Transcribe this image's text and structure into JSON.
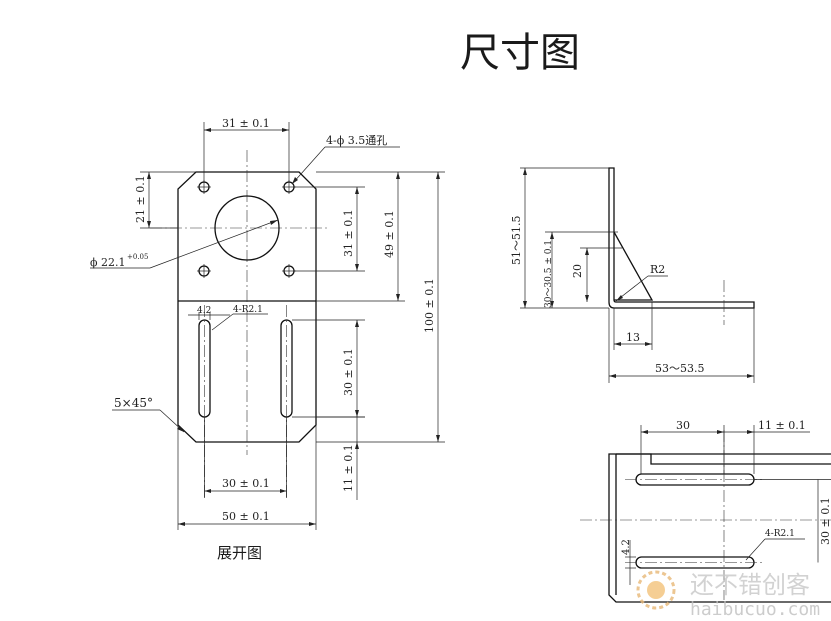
{
  "title": "尺寸图",
  "unfolded_caption": "展开图",
  "dimensions": {
    "top_hole_spacing": "31 ± 0.1",
    "hole_callout": "4-ϕ 3.5通孔",
    "top_to_hole": "21 ± 0.1",
    "hole_vertical_spacing": "31 ± 0.1",
    "flange_height": "49 ± 0.1",
    "total_height": "100 ± 0.1",
    "center_bore": "ϕ 22.1",
    "center_bore_tol": "+0.05",
    "slot_width": "4.2",
    "slot_radius": "4-R2.1",
    "slot_length": "30 ± 0.1",
    "chamfer": "5×45°",
    "slot_spacing": "30 ± 0.1",
    "bottom_offset": "11 ± 0.1",
    "total_width": "50 ± 0.1"
  },
  "side_view": {
    "vertical_leg": "51～51.5",
    "gusset_height": "30～30.5 ± 0.1",
    "gusset_short": "20",
    "bend_radius": "R2",
    "gusset_offset": "13",
    "horizontal_leg": "53～53.5"
  },
  "top_view": {
    "slot_spacing": "30",
    "edge_offset": "11 ± 0.1",
    "slot_radius": "4-R2.1",
    "slot_width": "4.2",
    "slot_length": "30 ± 0.1"
  },
  "watermark": {
    "name": "还不错创客",
    "url": "haibucuo.com"
  }
}
